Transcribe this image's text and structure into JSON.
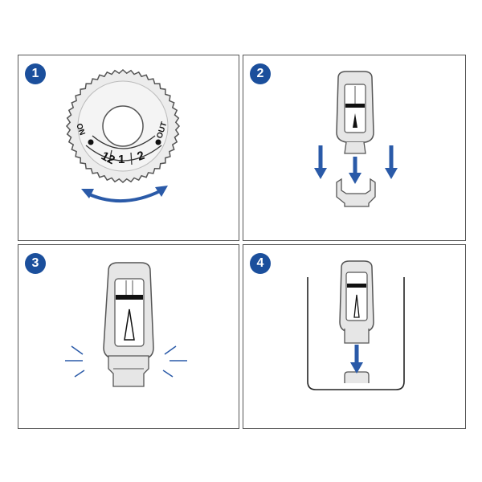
{
  "steps": [
    {
      "number": "1"
    },
    {
      "number": "2"
    },
    {
      "number": "3"
    },
    {
      "number": "4"
    }
  ],
  "dial": {
    "left_label": "ON",
    "right_label": "OUT",
    "segments": [
      "12",
      "1",
      "2"
    ]
  },
  "colors": {
    "badge": "#1b4f9c",
    "arrow": "#2a5aa8",
    "outline": "#555555",
    "part_fill": "#e6e6e6"
  }
}
